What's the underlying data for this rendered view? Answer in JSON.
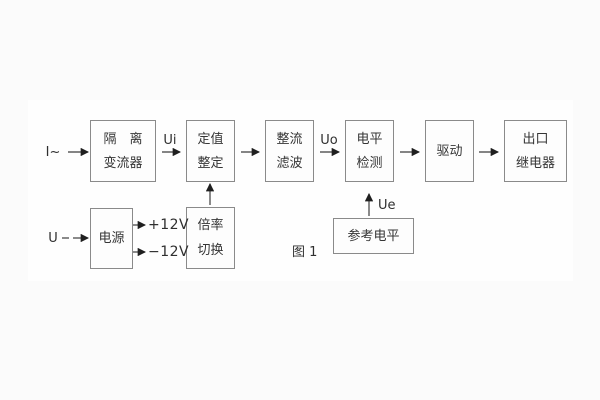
{
  "figure": {
    "caption": "图 1",
    "labels": {
      "input_current": "I~",
      "input_voltage": "U",
      "ui": "Ui",
      "uo": "Uo",
      "ue": "Ue",
      "plus12": "+12V",
      "minus12": "−12V"
    },
    "blocks": {
      "isolation": {
        "line1": "隔　离",
        "line2": "变流器"
      },
      "setting": {
        "line1": "定值",
        "line2": "整定"
      },
      "rectify": {
        "line1": "整流",
        "line2": "滤波"
      },
      "level": {
        "line1": "电平",
        "line2": "检测"
      },
      "drive": {
        "line1": "驱动"
      },
      "relay": {
        "line1": "出口",
        "line2": "继电器"
      },
      "power": {
        "line1": "电源"
      },
      "multiplier": {
        "line1": "倍率",
        "line2": "切换"
      },
      "reference": {
        "line1": "参考电平"
      }
    },
    "connections": [
      {
        "from": "input_current",
        "to": "isolation",
        "label": ""
      },
      {
        "from": "isolation",
        "to": "setting",
        "label": "Ui"
      },
      {
        "from": "setting",
        "to": "rectify",
        "label": ""
      },
      {
        "from": "rectify",
        "to": "level",
        "label": "Uo"
      },
      {
        "from": "level",
        "to": "drive",
        "label": ""
      },
      {
        "from": "drive",
        "to": "relay",
        "label": ""
      },
      {
        "from": "input_voltage",
        "to": "power",
        "label": ""
      },
      {
        "from": "power",
        "to": "out",
        "label": "+12V"
      },
      {
        "from": "power",
        "to": "out",
        "label": "−12V"
      },
      {
        "from": "multiplier",
        "to": "setting",
        "label": ""
      },
      {
        "from": "reference",
        "to": "level",
        "label": "Ue"
      }
    ],
    "colors": {
      "background": "#fbfbfb",
      "panel": "#fefefe",
      "box_border": "#8a8a8a",
      "text": "#353535",
      "arrow": "#3d3d3d",
      "arrowhead": "#1f1f1f"
    }
  }
}
